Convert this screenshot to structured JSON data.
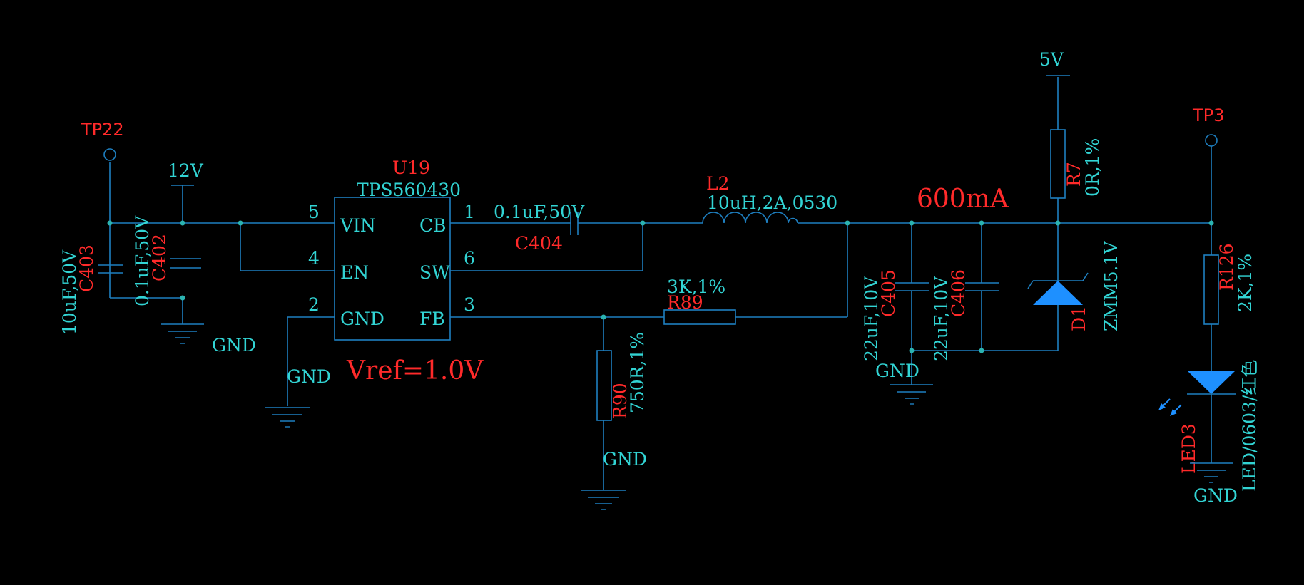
{
  "testpoints": {
    "tp22": "TP22",
    "tp3": "TP3"
  },
  "rails": {
    "v12": "12V",
    "v5": "5V"
  },
  "grounds": {
    "gnd": "GND"
  },
  "ic": {
    "ref": "U19",
    "part": "TPS560430",
    "pins": {
      "vin_num": "5",
      "vin": "VIN",
      "en_num": "4",
      "en": "EN",
      "gnd_num": "2",
      "gnd": "GND",
      "cb_num": "1",
      "cb": "CB",
      "sw_num": "6",
      "sw": "SW",
      "fb_num": "3",
      "fb": "FB"
    },
    "vref": "Vref=1.0V"
  },
  "caps": {
    "c403": {
      "ref": "C403",
      "value": "10uF,50V"
    },
    "c402": {
      "ref": "C402",
      "value": "0.1uF,50V"
    },
    "c404": {
      "ref": "C404",
      "value": "0.1uF,50V"
    },
    "c405": {
      "ref": "C405",
      "value": "22uF,10V"
    },
    "c406": {
      "ref": "C406",
      "value": "22uF,10V"
    }
  },
  "inductor": {
    "ref": "L2",
    "value": "10uH,2A,0530"
  },
  "resistors": {
    "r89": {
      "ref": "R89",
      "value": "3K,1%"
    },
    "r90": {
      "ref": "R90",
      "value": "750R,1%"
    },
    "r7": {
      "ref": "R7",
      "value": "0R,1%"
    },
    "r126": {
      "ref": "R126",
      "value": "2K,1%"
    }
  },
  "diode": {
    "ref": "D1",
    "part": "ZMM5.1V"
  },
  "led": {
    "ref": "LED3",
    "part": "LED/0603/红色"
  },
  "current_note": "600mA",
  "colors": {
    "background": "#000000",
    "wire": "#1e7fc0",
    "ref": "#ff2a2a",
    "value": "#32d4d4"
  }
}
